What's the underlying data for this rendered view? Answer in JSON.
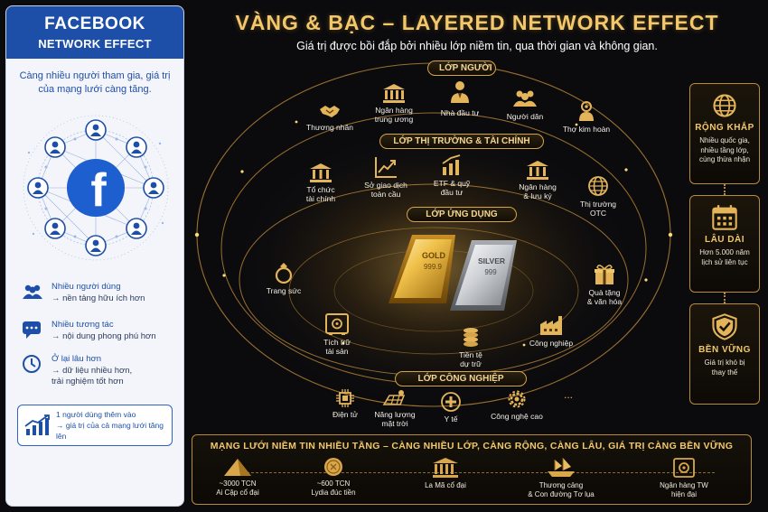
{
  "left": {
    "title": "FACEBOOK",
    "subtitle": "NETWORK EFFECT",
    "intro": "Càng nhiều người tham gia, giá trị của mạng lưới càng tăng.",
    "logo_letter": "f",
    "points": [
      {
        "icon": "users-icon",
        "l1": "Nhiều người dùng",
        "l2": "→ nền tảng hữu ích hơn"
      },
      {
        "icon": "chat-icon",
        "l1": "Nhiều tương tác",
        "l2": "→ nội dung phong phú hơn"
      },
      {
        "icon": "clock-icon",
        "l1": "Ở lại lâu hơn",
        "l2": "→ dữ liệu nhiều hơn,",
        "l3": "trải nghiệm tốt hơn"
      }
    ],
    "note": {
      "l1": "1 người dùng thêm vào",
      "l2": "→ giá trị của cả mạng lưới tăng lên"
    }
  },
  "main": {
    "title": "VÀNG & BẠC – LAYERED NETWORK EFFECT",
    "subtitle": "Giá trị được bồi đắp bởi nhiều lớp niềm tin, qua thời gian và không gian."
  },
  "layers": {
    "people": {
      "label": "LỚP NGƯỜI",
      "nodes": [
        {
          "icon": "handshake-icon",
          "label": "Thương nhân"
        },
        {
          "icon": "bank-icon",
          "label": "Ngân hàng\ntrung ương"
        },
        {
          "icon": "investor-icon",
          "label": "Nhà đầu tư"
        },
        {
          "icon": "people-icon",
          "label": "Người dân"
        },
        {
          "icon": "goldsmith-icon",
          "label": "Thợ kim hoàn"
        }
      ]
    },
    "market": {
      "label": "LỚP THỊ TRƯỜNG & TÀI CHÍNH",
      "nodes": [
        {
          "icon": "institution-icon",
          "label": "Tổ chức\ntài chính"
        },
        {
          "icon": "trend-icon",
          "label": "Sở giao dịch\ntoàn cầu"
        },
        {
          "icon": "etf-icon",
          "label": "ETF & quỹ\nđầu tư"
        },
        {
          "icon": "vault-bank-icon",
          "label": "Ngân hàng\n& lưu ký"
        },
        {
          "icon": "globe-icon",
          "label": "Thị trường\nOTC"
        }
      ]
    },
    "application": {
      "label": "LỚP ỨNG DỤNG",
      "nodes": [
        {
          "icon": "ring-icon",
          "label": "Trang sức"
        },
        {
          "icon": "gift-icon",
          "label": "Quà tặng\n& văn hóa"
        },
        {
          "icon": "safe-icon",
          "label": "Tích trữ\ntài sản"
        },
        {
          "icon": "coins-icon",
          "label": "Tiền tệ\ndự trữ"
        },
        {
          "icon": "factory-icon",
          "label": "Công nghiệp"
        }
      ],
      "gold_bar": {
        "line1": "GOLD",
        "line2": "999.9"
      },
      "silver_bar": {
        "line1": "SILVER",
        "line2": "999"
      }
    },
    "industry": {
      "label": "LỚP CÔNG NGHIỆP",
      "nodes": [
        {
          "icon": "chip-icon",
          "label": "Điện tử"
        },
        {
          "icon": "solar-icon",
          "label": "Năng lượng\nmặt trời"
        },
        {
          "icon": "medical-icon",
          "label": "Y tế"
        },
        {
          "icon": "gear-icon",
          "label": "Công nghệ cao"
        },
        {
          "icon": "more-icon",
          "label": "..."
        }
      ]
    }
  },
  "right_cards": [
    {
      "icon": "globe-icon",
      "title": "RỘNG KHẮP",
      "desc": "Nhiều quốc gia,\nnhiều tầng lớp,\ncùng thừa nhận"
    },
    {
      "icon": "calendar-icon",
      "title": "LÂU DÀI",
      "desc": "Hơn 5.000 năm\nlịch sử liên tục"
    },
    {
      "icon": "shield-icon",
      "title": "BỀN VỮNG",
      "desc": "Giá trị khó bị\nthay thế"
    }
  ],
  "timeline": {
    "title": "MẠNG LƯỚI NIỀM TIN NHIỀU TẦNG – CÀNG NHIỀU LỚP, CÀNG RỘNG, CÀNG LÂU, GIÁ TRỊ CÀNG BỀN VỮNG",
    "items": [
      {
        "icon": "pyramid-icon",
        "label": "~3000 TCN\nAi Cập cổ đại"
      },
      {
        "icon": "coin-icon",
        "label": "~600 TCN\nLydia đúc tiền"
      },
      {
        "icon": "temple-icon",
        "label": "La Mã cổ đại"
      },
      {
        "icon": "ship-icon",
        "label": "Thương cảng\n& Con đường Tơ lụa"
      },
      {
        "icon": "vault-icon",
        "label": "Ngân hàng TW\nhiện đại"
      }
    ]
  },
  "colors": {
    "gold": "#f2c86a",
    "fb_blue": "#1e4fa8",
    "bg": "#0b0b0e"
  }
}
